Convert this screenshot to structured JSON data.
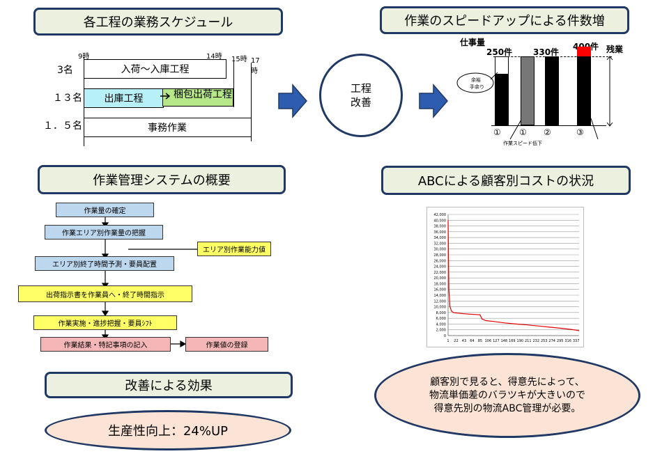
{
  "schedule": {
    "title": "各工程の業務スケジュール",
    "time_labels": [
      "9時",
      "14時",
      "15時",
      "17時"
    ],
    "rows": [
      {
        "staff": "3名",
        "tasks": [
          "入荷～入庫工程"
        ]
      },
      {
        "staff": "１３名",
        "tasks": [
          "出庫工程",
          "梱包出荷工程"
        ]
      },
      {
        "staff": "１．５名",
        "tasks": [
          "事務作業"
        ]
      }
    ]
  },
  "middle": {
    "circle_label": "工程\n改善"
  },
  "speedup": {
    "title": "作業のスピードアップによる件数増",
    "ylabel": "仕事量",
    "bars": [
      {
        "label": "250件",
        "marker": "①",
        "value": 250
      },
      {
        "label": "",
        "marker": "①",
        "value": 330
      },
      {
        "label": "330件",
        "marker": "②",
        "value": 330
      },
      {
        "label": "400件",
        "marker": "③",
        "value": 400
      }
    ],
    "overtime_label": "残業",
    "bubble_lines": [
      "余裕",
      "手余り"
    ],
    "slowdown_label": "作業スピード低下",
    "colors": {
      "bar": "#000000",
      "grey_bar": "#777777",
      "overtime": "#ff0000"
    }
  },
  "system": {
    "title": "作業管理システムの概要",
    "steps": {
      "s1": "作業量の確定",
      "s2": "作業エリア別作業量の把握",
      "side": "エリア別作業能力値",
      "s3": "エリア別終了時間予測・要員配置",
      "s4": "出荷指示書を作業員へ・終了時間指示",
      "s5": "作業実施・進捗把握・要員ｼﾌﾄ",
      "s6": "作業結果・特記事項の記入",
      "s7": "作業値の登録"
    }
  },
  "abc": {
    "title": "ABCによる顧客別コストの状況",
    "note_lines": [
      "顧客別で見ると、得意先によって、",
      "物流単価差のバラツキが大きいので",
      "得意先別の物流ABC管理が必要。"
    ]
  },
  "effect": {
    "title": "改善による効果",
    "result": "生産性向上：24%UP"
  },
  "chart_data": {
    "type": "line",
    "title": "",
    "xlabel": "",
    "ylabel": "",
    "ylim": [
      0,
      42000
    ],
    "yticks": [
      0,
      2000,
      4000,
      6000,
      8000,
      10000,
      12000,
      14000,
      16000,
      18000,
      20000,
      22000,
      24000,
      26000,
      28000,
      30000,
      32000,
      34000,
      36000,
      38000,
      40000,
      42000
    ],
    "ytick_labels": [
      "0",
      "2,000",
      "4,000",
      "6,000",
      "8,000",
      "10,000",
      "12,000",
      "14,000",
      "16,000",
      "18,000",
      "20,000",
      "22,000",
      "24,000",
      "26,000",
      "28,000",
      "30,000",
      "32,000",
      "34,000",
      "36,000",
      "38,000",
      "40,000",
      "42,000"
    ],
    "xtick_labels": [
      "1",
      "22",
      "43",
      "64",
      "85",
      "106",
      "127",
      "148",
      "169",
      "190",
      "211",
      "232",
      "253",
      "274",
      "295",
      "316",
      "337"
    ],
    "xlim": [
      1,
      345
    ],
    "grid": true,
    "color": "#e00000",
    "series": [
      {
        "x": [
          1,
          3,
          6,
          10,
          15,
          25,
          40,
          60,
          75,
          85,
          90,
          100,
          120,
          150,
          180,
          210,
          240,
          270,
          300,
          320,
          337,
          345
        ],
        "y": [
          40000,
          16000,
          10000,
          8500,
          8000,
          7800,
          7600,
          7400,
          7300,
          7200,
          5800,
          5200,
          4900,
          4400,
          4000,
          3700,
          3300,
          2900,
          2500,
          2200,
          1900,
          1700
        ]
      }
    ]
  }
}
